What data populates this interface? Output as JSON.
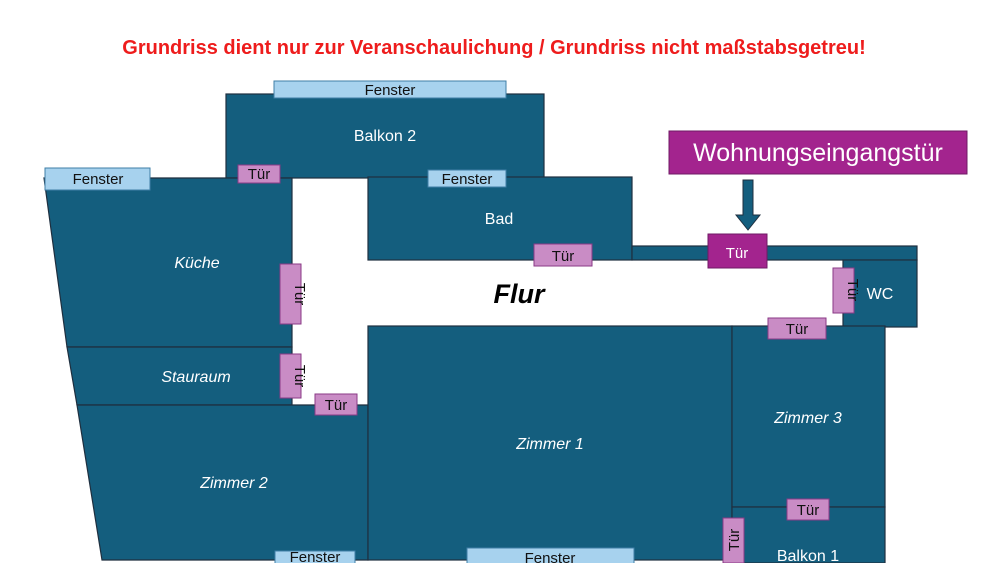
{
  "disclaimer": "Grundriss dient nur zur Veranschaulichung / Grundriss nicht maßstabsgetreu!",
  "entrance_banner": "Wohnungseingangstür",
  "hallway_label": "Flur",
  "rooms": {
    "balkon2": "Balkon 2",
    "kueche": "Küche",
    "stauraum": "Stauraum",
    "zimmer2": "Zimmer 2",
    "bad": "Bad",
    "wc": "WC",
    "zimmer1": "Zimmer 1",
    "zimmer3": "Zimmer 3",
    "balkon1": "Balkon 1"
  },
  "window_label": "Fenster",
  "door_label": "Tür",
  "colors": {
    "room": "#145e7e",
    "window": "#a7d2ee",
    "door": "#c98cc5",
    "entry_door": "#a3248e",
    "banner": "#a3248e",
    "disclaimer": "#ee1c1c"
  }
}
